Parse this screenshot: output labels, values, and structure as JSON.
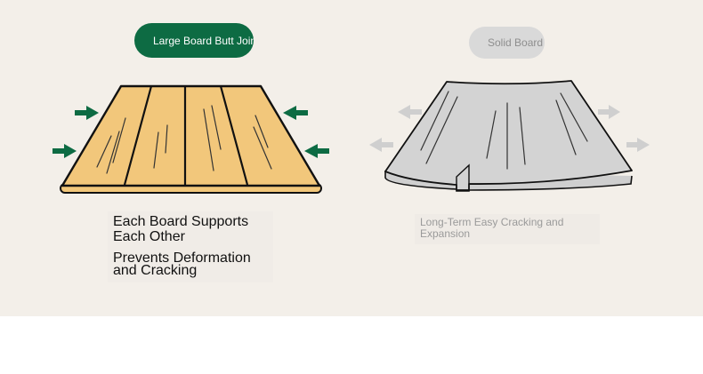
{
  "left": {
    "badge_label": "Large Board Butt Joint",
    "caption_line1": "Each Board Supports",
    "caption_line2": "Each Other",
    "caption_line3": "Prevents Deformation",
    "caption_line4": "and Cracking",
    "accent_color": "#0d6b43",
    "board_color": "#f2c77b",
    "arrow_direction": "inward"
  },
  "right": {
    "badge_label": "Solid Board",
    "caption": "Long-Term Easy Cracking and Expansion",
    "board_color": "#d3d3d3",
    "arrow_direction": "outward"
  }
}
